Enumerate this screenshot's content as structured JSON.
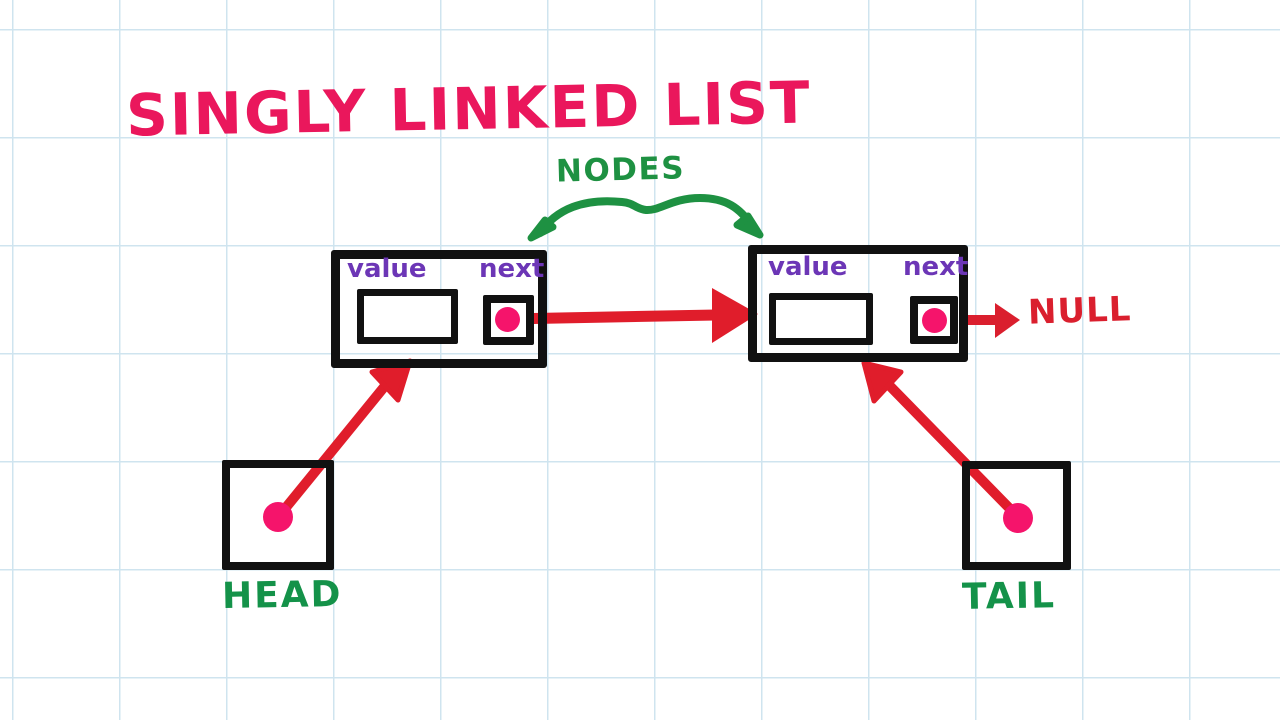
{
  "diagram": {
    "title": "SINGLY LINKED LIST",
    "background": "graph-paper",
    "colors": {
      "title_pink": "#EA175C",
      "annotation_green": "#1E9142",
      "label_green": "#149249",
      "field_purple": "#6C36B6",
      "arrow_red": "#DA1F2E",
      "pointer_dot_pink": "#F5146B",
      "ink_black": "#111111",
      "grid_blue": "#CFE4EF",
      "paper_white": "#FFFFFF"
    },
    "annotations": {
      "nodes_label": "NODES",
      "null_label": "NULL"
    },
    "nodes": [
      {
        "id": "node-1",
        "value_label": "value",
        "value_content": "",
        "next_label": "next",
        "next_target": "node-2",
        "has_pointer_dot": true
      },
      {
        "id": "node-2",
        "value_label": "value",
        "value_content": "",
        "next_label": "next",
        "next_target": "NULL",
        "has_pointer_dot": true
      }
    ],
    "pointers": [
      {
        "id": "head",
        "label": "HEAD",
        "points_to": "node-1",
        "has_pointer_dot": true
      },
      {
        "id": "tail",
        "label": "TAIL",
        "points_to": "node-2",
        "has_pointer_dot": true
      }
    ]
  }
}
